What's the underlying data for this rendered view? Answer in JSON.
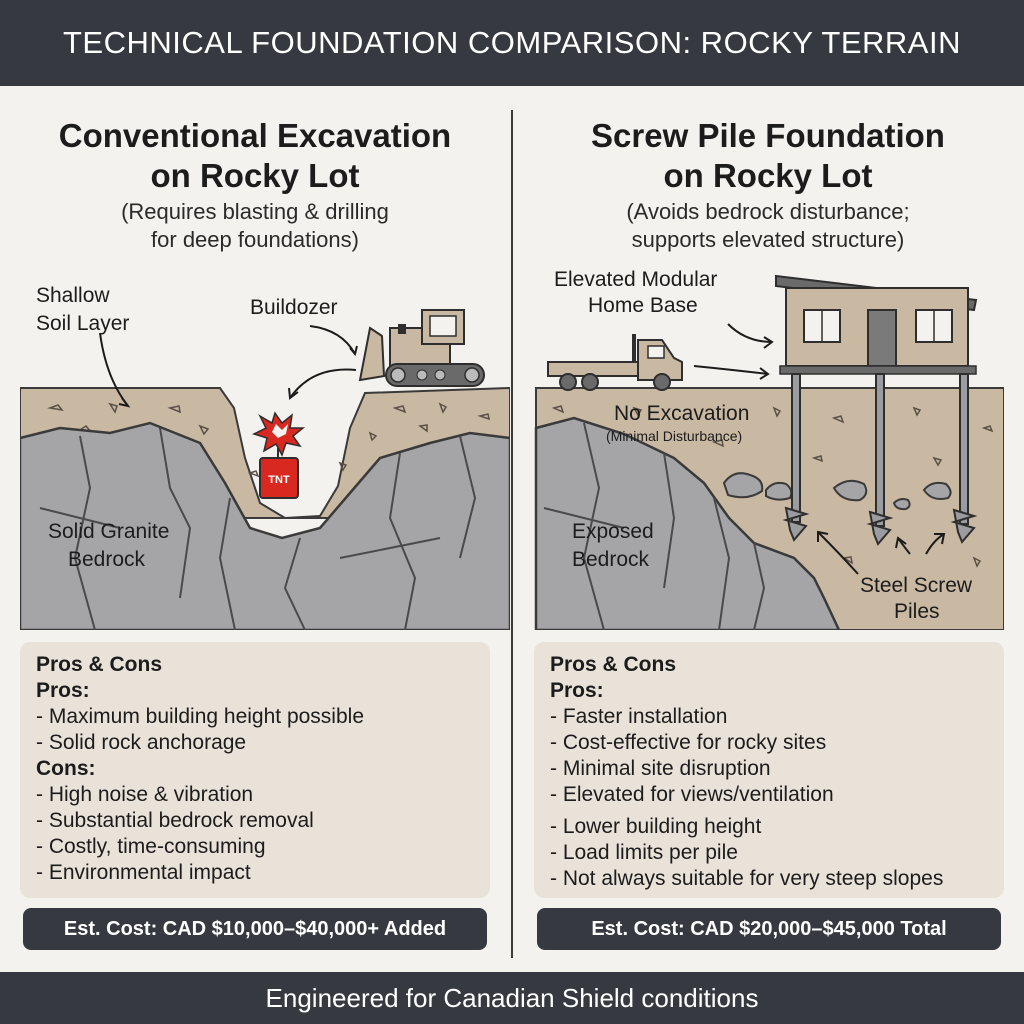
{
  "header": {
    "title": "TECHNICAL FOUNDATION COMPARISON: ROCKY TERRAIN"
  },
  "left": {
    "title_line1": "Conventional Excavation",
    "title_line2": "on Rocky Lot",
    "subtitle_line1": "(Requires blasting & drilling",
    "subtitle_line2": "for deep foundations)",
    "labels": {
      "soil_line1": "Shallow",
      "soil_line2": "Soil Layer",
      "bulldozer": "Buildozer",
      "tnt": "TNT",
      "bedrock_line1": "Solid Granite",
      "bedrock_line2": "Bedrock"
    },
    "pros_cons": {
      "heading": "Pros & Cons",
      "pros_label": "Pros:",
      "pros": [
        "- Maximum building height possible",
        "- Solid rock anchorage"
      ],
      "cons_label": "Cons:",
      "cons": [
        "- High noise & vibration",
        "- Substantial bedrock removal",
        "- Costly, time-consuming",
        "- Environmental impact"
      ]
    },
    "cost": "Est. Cost: CAD $10,000–$40,000+ Added"
  },
  "right": {
    "title_line1": "Screw Pile Foundation",
    "title_line2": "on Rocky Lot",
    "subtitle_line1": "(Avoids bedrock disturbance;",
    "subtitle_line2": "supports elevated structure)",
    "labels": {
      "home_line1": "Elevated Modular",
      "home_line2": "Home Base",
      "no_excavation": "No Excavation",
      "minimal_disturbance": "(Minimal Disturbance)",
      "bedrock_line1": "Exposed",
      "bedrock_line2": "Bedrock",
      "piles_line1": "Steel Screw",
      "piles_line2": "Piles"
    },
    "pros_cons": {
      "heading": "Pros & Cons",
      "pros_label": "Pros:",
      "pros": [
        "- Faster installation",
        "- Cost-effective for rocky sites",
        "- Minimal site disruption",
        "- Elevated for views/ventilation"
      ],
      "cons": [
        "- Lower building height",
        "- Load limits per pile",
        "- Not always suitable for very steep slopes"
      ]
    },
    "cost": "Est. Cost: CAD $20,000–$45,000 Total"
  },
  "footer": {
    "text": "Engineered for Canadian Shield conditions"
  },
  "colors": {
    "banner": "#363a40",
    "soil": "#c9b8a2",
    "rock": "#a5a5a7",
    "box": "#e9e2d9",
    "explosion": "#d9281f"
  }
}
